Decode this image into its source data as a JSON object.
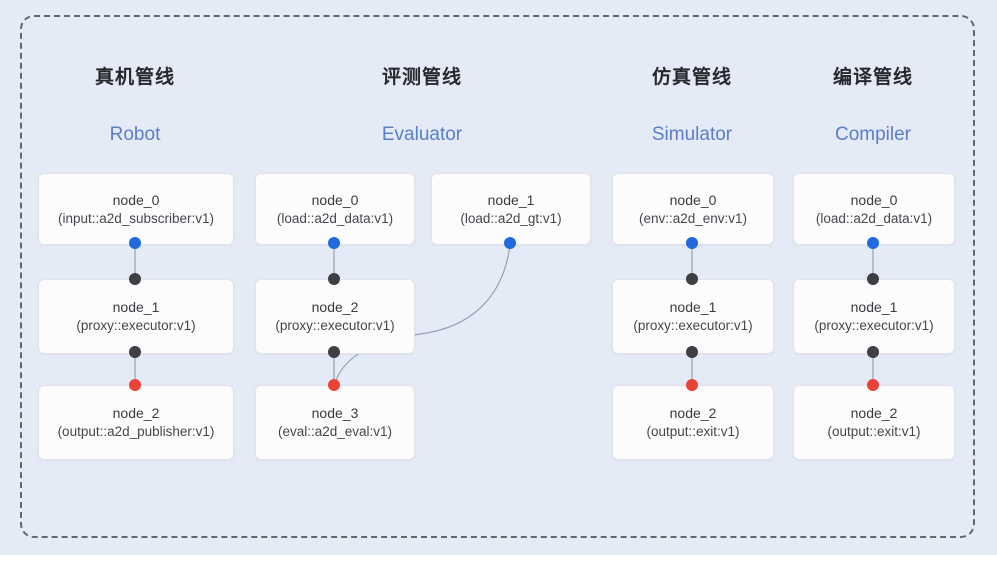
{
  "canvas": {
    "background_color": "#e4eaf6",
    "frame_border_color": "#63666d"
  },
  "colors": {
    "input_port_dot": "#2069e0",
    "proxy_port_dot": "#3d3f45",
    "output_port_dot": "#ea4335",
    "edge_line": "#98a1b3",
    "title_en_text": "#5b7ec9",
    "title_zh_text": "#27282d"
  },
  "pipelines": [
    {
      "title_zh": "真机管线",
      "title_en": "Robot",
      "nodes": [
        {
          "name": "node_0",
          "type": "(input::a2d_subscriber:v1)"
        },
        {
          "name": "node_1",
          "type": "(proxy::executor:v1)"
        },
        {
          "name": "node_2",
          "type": "(output::a2d_publisher:v1)"
        }
      ]
    },
    {
      "title_zh": "评测管线",
      "title_en": "Evaluator",
      "nodes": [
        {
          "name": "node_0",
          "type": "(load::a2d_data:v1)"
        },
        {
          "name": "node_1",
          "type": "(load::a2d_gt:v1)"
        },
        {
          "name": "node_2",
          "type": "(proxy::executor:v1)"
        },
        {
          "name": "node_3",
          "type": "(eval::a2d_eval:v1)"
        }
      ]
    },
    {
      "title_zh": "仿真管线",
      "title_en": "Simulator",
      "nodes": [
        {
          "name": "node_0",
          "type": "(env::a2d_env:v1)"
        },
        {
          "name": "node_1",
          "type": "(proxy::executor:v1)"
        },
        {
          "name": "node_2",
          "type": "(output::exit:v1)"
        }
      ]
    },
    {
      "title_zh": "编译管线",
      "title_en": "Compiler",
      "nodes": [
        {
          "name": "node_0",
          "type": "(load::a2d_data:v1)"
        },
        {
          "name": "node_1",
          "type": "(proxy::executor:v1)"
        },
        {
          "name": "node_2",
          "type": "(output::exit:v1)"
        }
      ]
    }
  ]
}
